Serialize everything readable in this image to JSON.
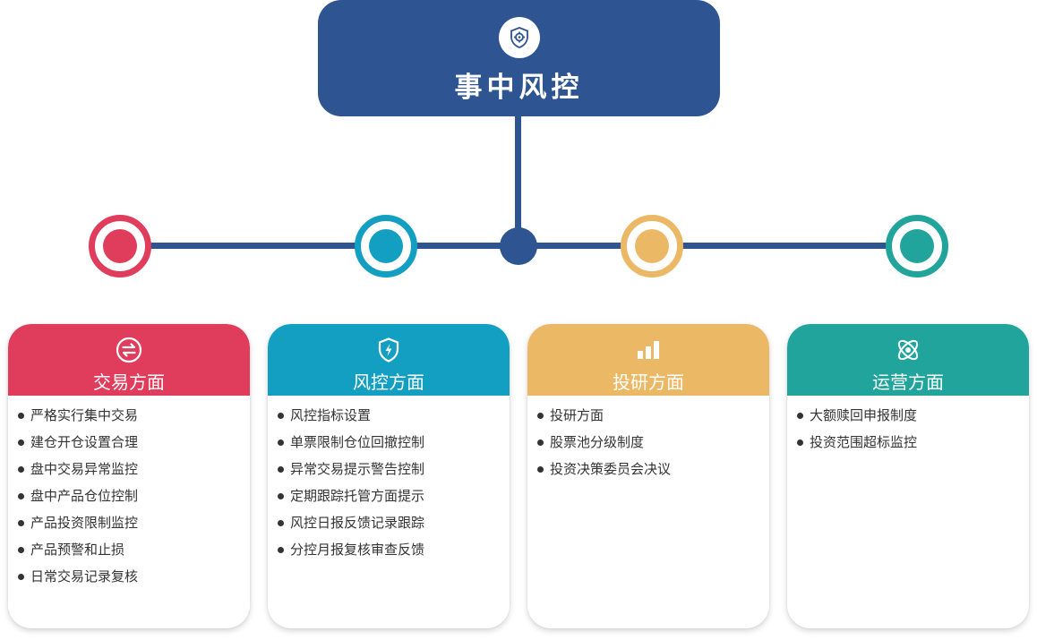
{
  "root": {
    "title": "事中风控",
    "icon": "shield-gear-icon"
  },
  "colors": {
    "navy": "#2e5591",
    "trading": "#e03c5b",
    "risk": "#139fc2",
    "research": "#ebb965",
    "operations": "#21a49c"
  },
  "cards": [
    {
      "title": "交易方面",
      "icon": "exchange-arrows-icon",
      "color": "#e03c5b",
      "items": [
        "严格实行集中交易",
        "建仓开仓设置合理",
        "盘中交易异常监控",
        "盘中产品仓位控制",
        "产品投资限制监控",
        "产品预警和止损",
        "日常交易记录复核"
      ]
    },
    {
      "title": "风控方面",
      "icon": "shield-lightning-icon",
      "color": "#139fc2",
      "items": [
        "风控指标设置",
        "单票限制仓位回撤控制",
        "异常交易提示警告控制",
        "定期跟踪托管方面提示",
        "风控日报反馈记录跟踪",
        "分控月报复核审查反馈"
      ]
    },
    {
      "title": "投研方面",
      "icon": "bar-chart-icon",
      "color": "#ebb965",
      "items": [
        "投研方面",
        "股票池分级制度",
        "投资决策委员会决议"
      ]
    },
    {
      "title": "运营方面",
      "icon": "atom-icon",
      "color": "#21a49c",
      "items": [
        "大额赎回申报制度",
        "投资范围超标监控"
      ]
    }
  ]
}
